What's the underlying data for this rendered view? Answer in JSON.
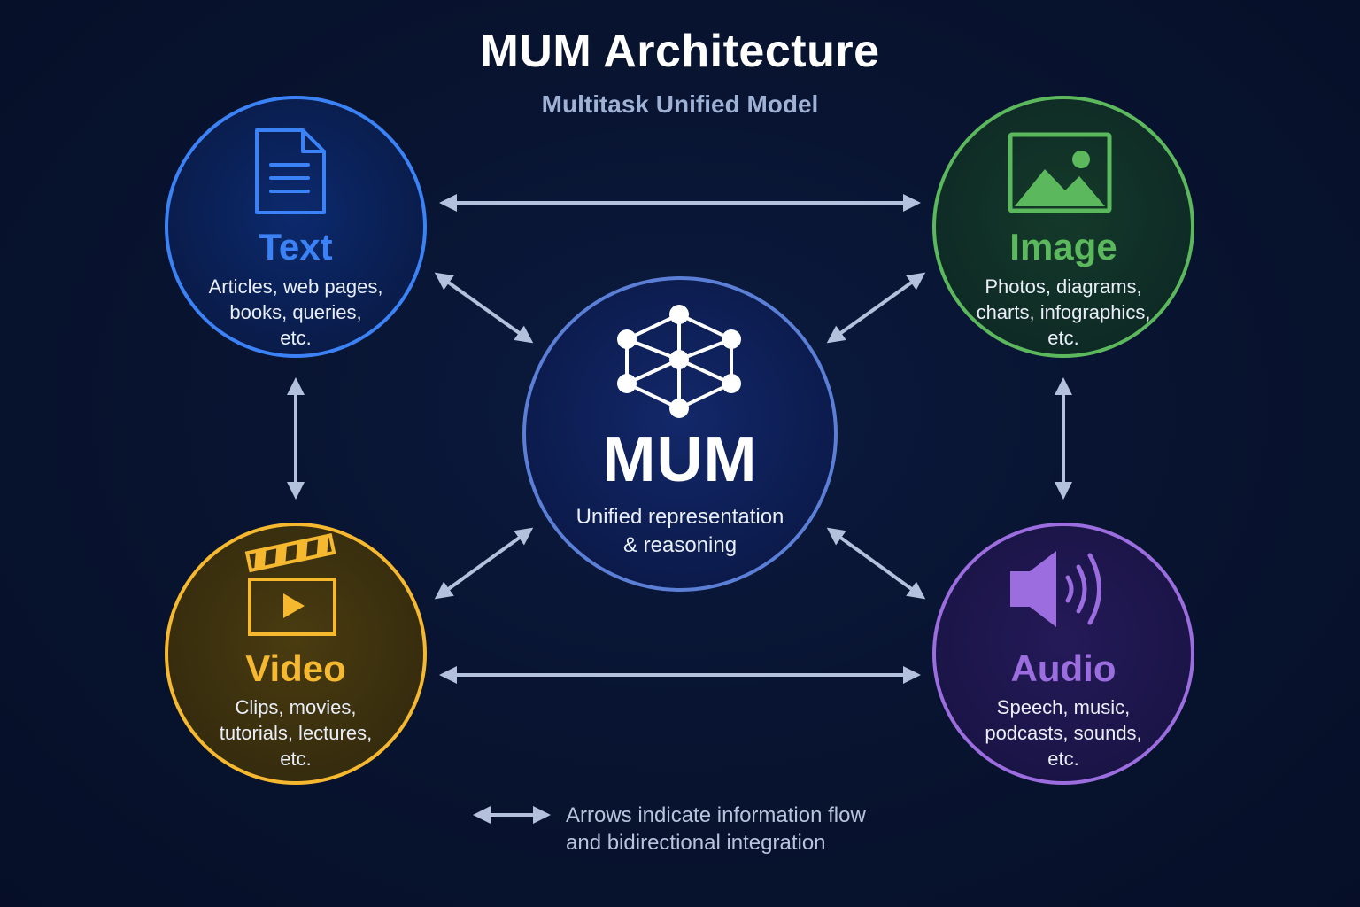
{
  "header": {
    "title": "MUM Architecture",
    "subtitle": "Multitask Unified Model"
  },
  "center": {
    "title": "MUM",
    "desc_line1": "Unified representation",
    "desc_line2": "& reasoning",
    "icon": "network-cube-icon",
    "color": "#5b7fd6"
  },
  "nodes": {
    "text": {
      "title": "Text",
      "line1": "Articles, web pages,",
      "line2": "books, queries,",
      "line3": "etc.",
      "icon": "document-icon",
      "color": "#3b82f6"
    },
    "image": {
      "title": "Image",
      "line1": "Photos, diagrams,",
      "line2": "charts, infographics,",
      "line3": "etc.",
      "icon": "image-icon",
      "color": "#5cb85c"
    },
    "video": {
      "title": "Video",
      "line1": "Clips, movies,",
      "line2": "tutorials, lectures,",
      "line3": "etc.",
      "icon": "clapperboard-icon",
      "color": "#f5b82e"
    },
    "audio": {
      "title": "Audio",
      "line1": "Speech, music,",
      "line2": "podcasts, sounds,",
      "line3": "etc.",
      "icon": "speaker-icon",
      "color": "#9b6ddf"
    }
  },
  "legend": {
    "line1": "Arrows indicate information flow",
    "line2": "and bidirectional integration",
    "icon": "double-arrow-icon"
  }
}
